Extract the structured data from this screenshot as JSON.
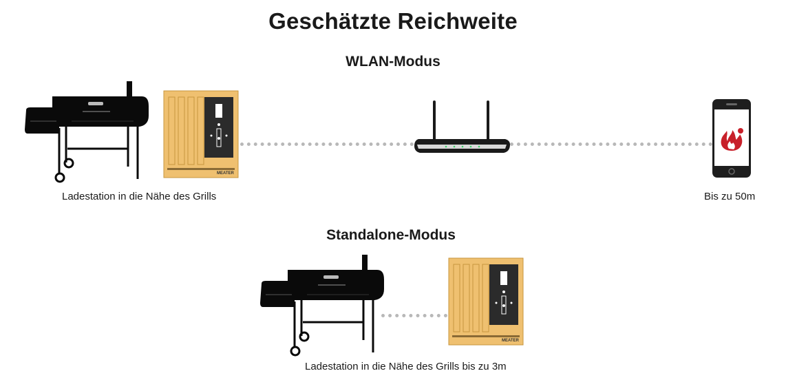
{
  "title": "Geschätzte Reichweite",
  "wlan": {
    "heading": "WLAN-Modus",
    "caption_left": "Ladestation in die Nähe des Grills",
    "caption_right": "Bis zu 50m"
  },
  "standalone": {
    "heading": "Standalone-Modus",
    "caption": "Ladestation in die Nähe des Grills bis zu 3m"
  },
  "block_brand": "MEATER",
  "colors": {
    "grill": "#0a0a0a",
    "block_wood": "#efc070",
    "block_panel": "#2b2b2b",
    "router": "#1a1a1a",
    "router_leds": "#3ed16a",
    "app_icon": "#c8202a",
    "dots": "#b8b8b8"
  },
  "icons": [
    "grill-icon",
    "meater-block-icon",
    "router-icon",
    "smartphone-icon",
    "meater-app-icon"
  ]
}
